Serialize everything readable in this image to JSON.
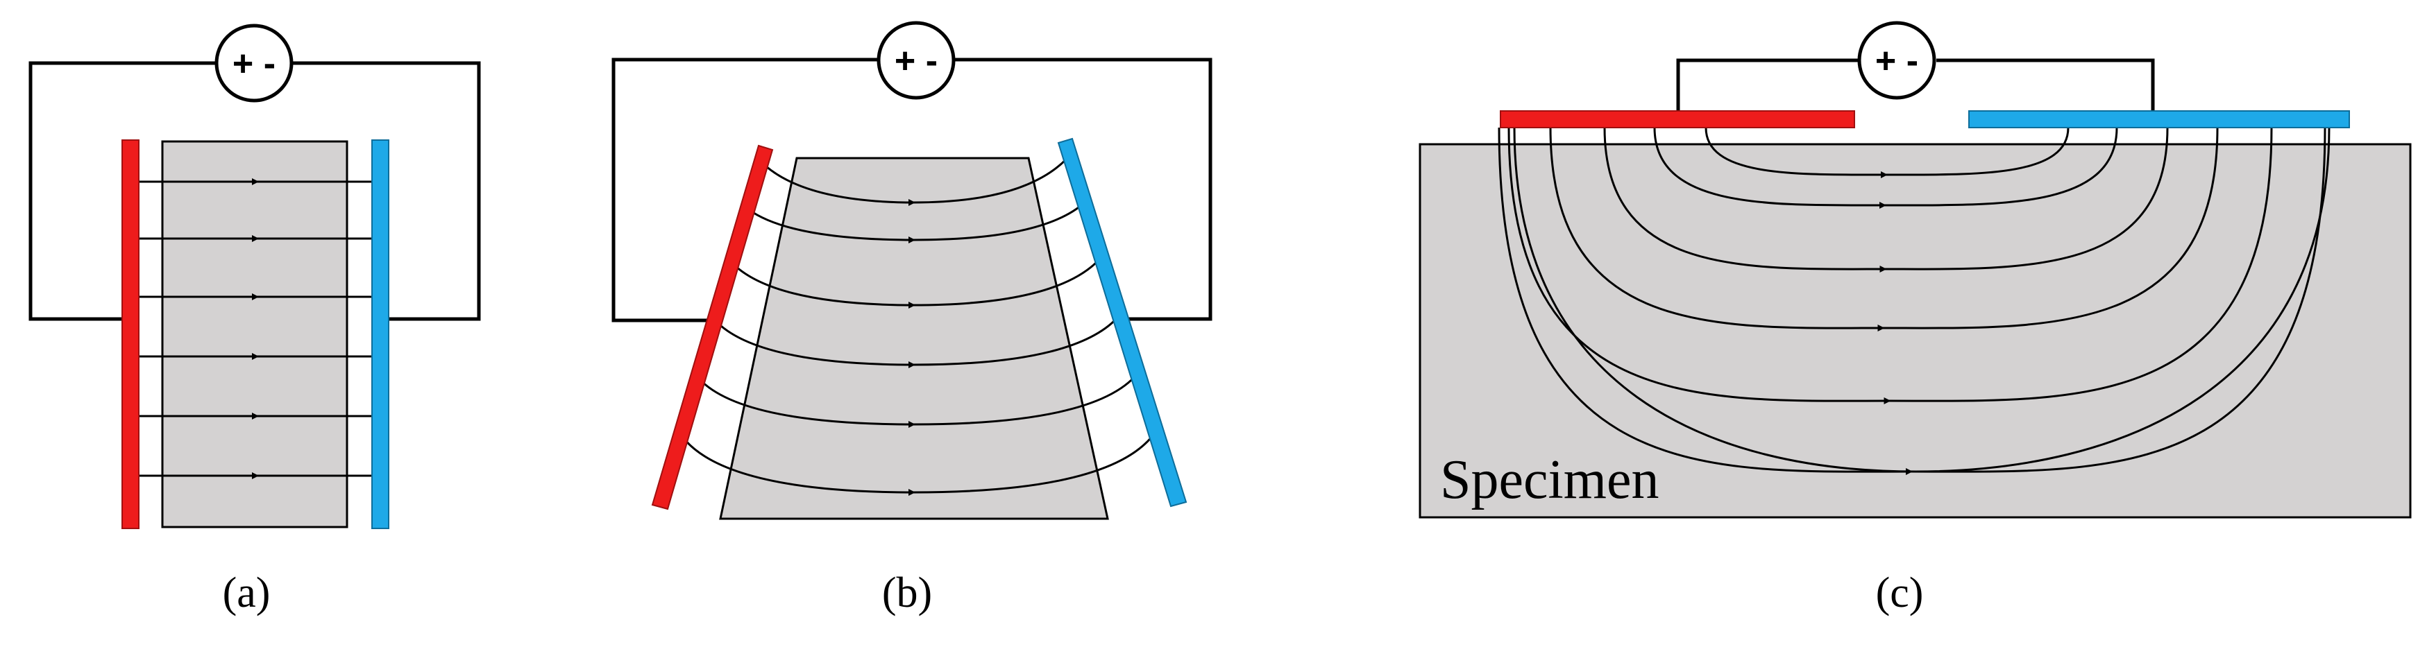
{
  "panels": {
    "a": {
      "caption": "(a)",
      "source_symbol": "+ -"
    },
    "b": {
      "caption": "(b)",
      "source_symbol": "+ -"
    },
    "c": {
      "caption": "(c)",
      "source_symbol": "+ -",
      "specimen_label": "Specimen"
    }
  },
  "colors": {
    "positive_electrode": "#ee1c1c",
    "negative_electrode": "#1ea9e8",
    "specimen_fill": "#d4d2d2",
    "wire": "#000000",
    "field_line": "#000000"
  },
  "field_lines": {
    "a_count": 6,
    "b_count": 6,
    "c_count": 7
  }
}
